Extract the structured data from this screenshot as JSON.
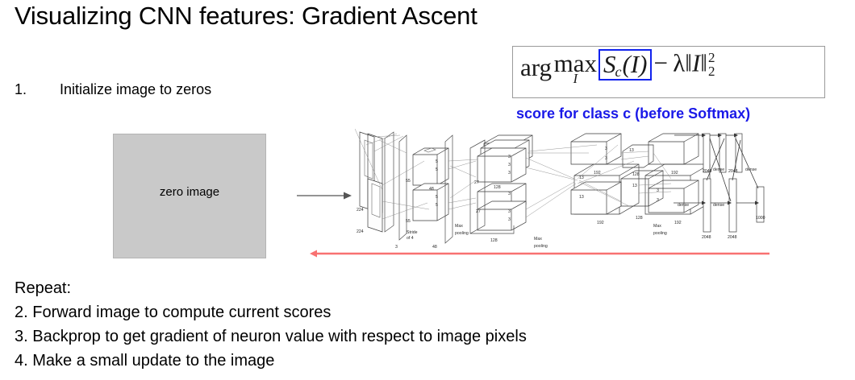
{
  "slide": {
    "title": "Visualizing CNN features: Gradient Ascent",
    "step1": {
      "number": "1.",
      "text": "Initialize image to zeros"
    },
    "zero_image_label": "zero image",
    "formula": {
      "arg": "arg",
      "max": "max",
      "max_subscript": "I",
      "boxed_term_S": "S",
      "boxed_term_c": "c",
      "boxed_term_arg": "(I)",
      "minus": "−",
      "lambda": "λ",
      "norm_open": "‖",
      "norm_var": "I",
      "norm_close": "‖",
      "norm_superscript": "2",
      "norm_subscript": "2",
      "box_highlight_color": "#1122ee",
      "box_border_color": "#9a9a9a"
    },
    "formula_caption": "score for class c (before Softmax)",
    "formula_caption_color": "#1a19e8",
    "bottom_lines": [
      "Repeat:",
      "2. Forward image to compute current scores",
      "3. Backprop to get gradient of neuron value with respect to image pixels",
      "4. Make a small update to the image"
    ],
    "arrows": {
      "forward_arrow_color": "#555555",
      "backward_arrow_color": "#f87171"
    },
    "colors": {
      "zero_image_fill": "#c9c9c9",
      "zero_image_border": "#b4b4b4",
      "text": "#000000"
    }
  },
  "cnn_diagram": {
    "name": "alexnet-architecture",
    "labels": [
      "224",
      "224",
      "3",
      "Stride\nof 4",
      "55",
      "55",
      "48",
      "48",
      "5",
      "5",
      "27",
      "27",
      "128",
      "128",
      "3",
      "3",
      "13",
      "13",
      "192",
      "192",
      "3",
      "3",
      "13",
      "13",
      "192",
      "192",
      "3",
      "3",
      "13",
      "13",
      "128",
      "128",
      "Max\npooling",
      "Max\npooling",
      "Max\npooling",
      "dense",
      "dense",
      "dense",
      "2048",
      "2048",
      "2048",
      "2048",
      "1000"
    ]
  }
}
